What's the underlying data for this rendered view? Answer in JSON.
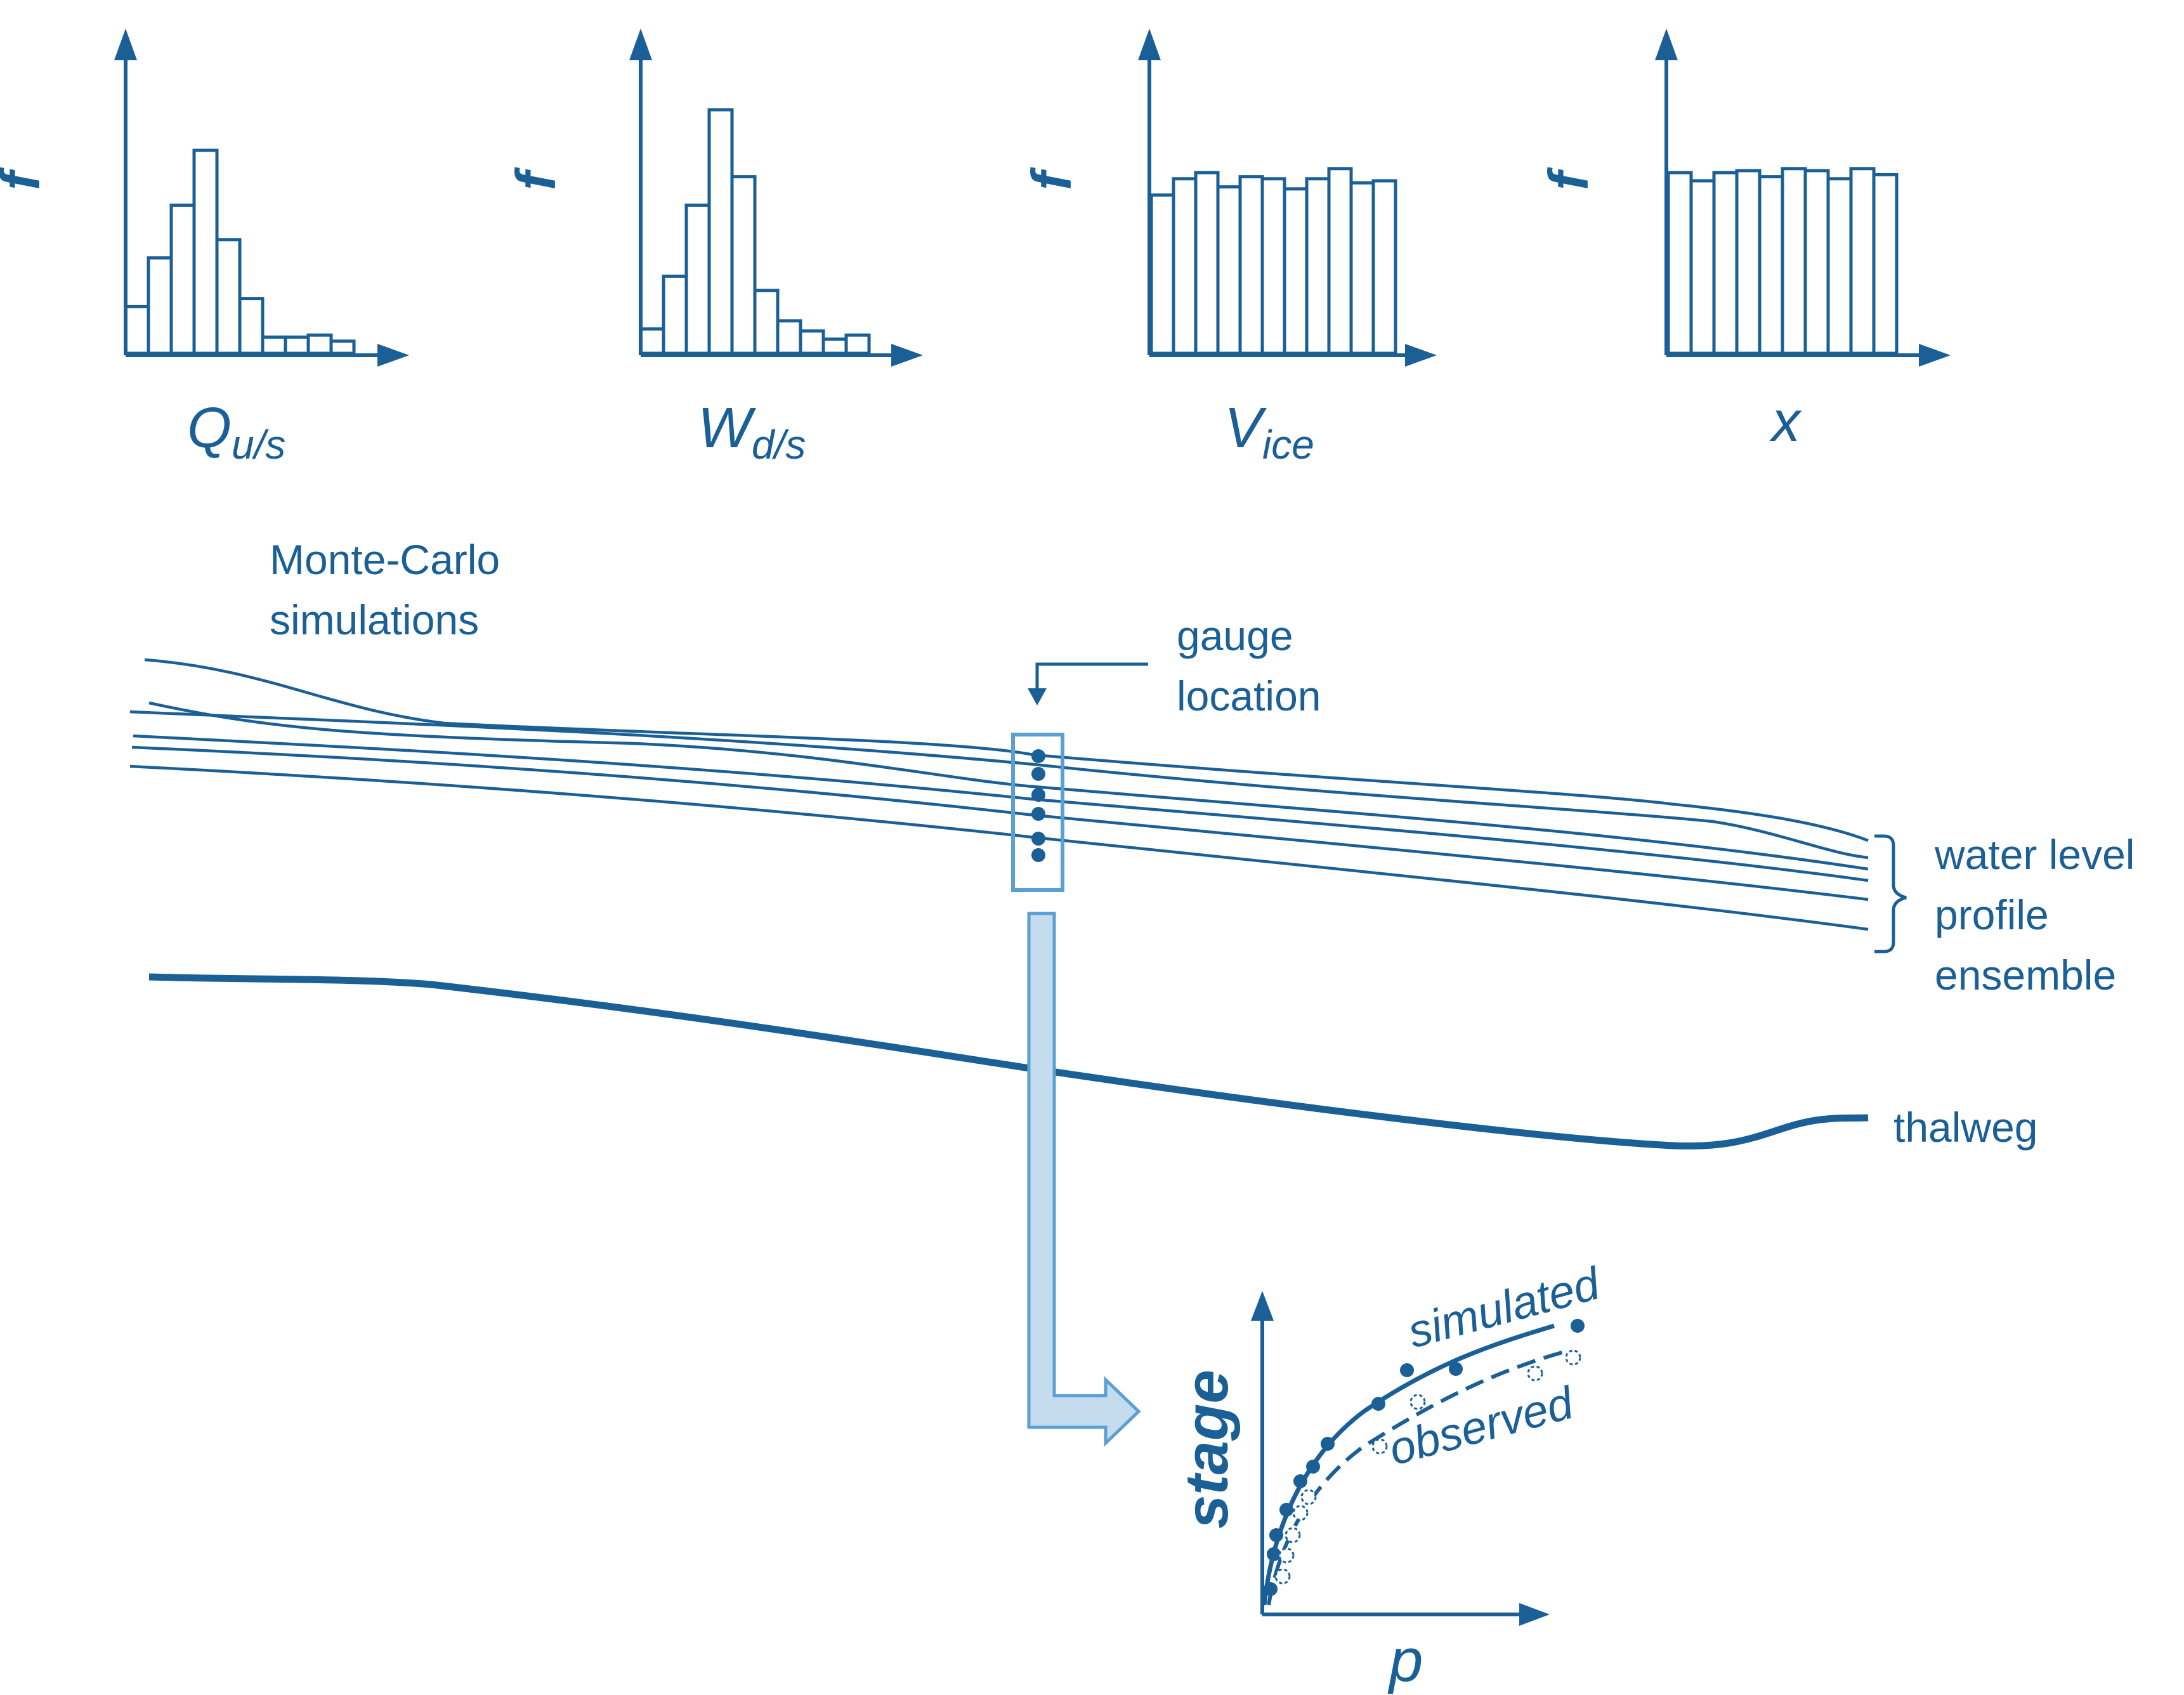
{
  "histograms": [
    {
      "f_label": "f",
      "x_label_main": "Q",
      "x_label_sub": "u/s",
      "values": [
        0.23,
        0.47,
        0.73,
        1.0,
        0.56,
        0.27,
        0.08,
        0.08,
        0.09,
        0.06
      ]
    },
    {
      "f_label": "f",
      "x_label_main": "W",
      "x_label_sub": "d/s",
      "values": [
        0.12,
        0.38,
        0.73,
        1.2,
        0.87,
        0.31,
        0.16,
        0.11,
        0.07,
        0.09
      ]
    },
    {
      "f_label": "f",
      "x_label_main": "V",
      "x_label_sub": "ice",
      "values": [
        0.78,
        0.86,
        0.89,
        0.82,
        0.87,
        0.86,
        0.81,
        0.86,
        0.91,
        0.84,
        0.85
      ]
    },
    {
      "f_label": "f",
      "x_label_main": "x",
      "x_label_sub": "",
      "values": [
        0.89,
        0.85,
        0.89,
        0.9,
        0.87,
        0.91,
        0.9,
        0.86,
        0.91,
        0.88
      ]
    }
  ],
  "labels": {
    "monte_carlo_line1": "Monte-Carlo",
    "monte_carlo_line2": "simulations",
    "gauge_line1": "gauge",
    "gauge_line2": "location",
    "ensemble_line1": "water level",
    "ensemble_line2": "profile",
    "ensemble_line3": "ensemble",
    "thalweg": "thalweg",
    "stage": "stage",
    "p": "p",
    "simulated": "simulated",
    "observed": "observed"
  },
  "colors": {
    "primary": "#1a5f96",
    "gauge_box": "#5aa0d2",
    "arrow_fill": "#c5dcee"
  }
}
